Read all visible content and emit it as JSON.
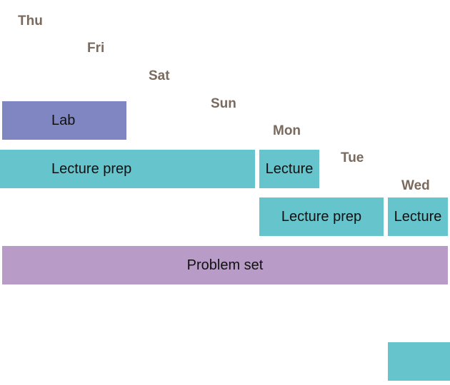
{
  "days": {
    "thu": "Thu",
    "fri": "Fri",
    "sat": "Sat",
    "sun": "Sun",
    "mon": "Mon",
    "tue": "Tue",
    "wed": "Wed"
  },
  "blocks": {
    "lab": {
      "label": "Lab",
      "color": "#7f86c1"
    },
    "lecture_prep_1": {
      "label": "Lecture prep",
      "color": "#66c4cc"
    },
    "lecture_1": {
      "label": "Lecture",
      "color": "#66c4cc"
    },
    "lecture_prep_2": {
      "label": "Lecture prep",
      "color": "#66c4cc"
    },
    "lecture_2": {
      "label": "Lecture",
      "color": "#66c4cc"
    },
    "problem_set": {
      "label": "Problem set",
      "color": "#b89bc7"
    },
    "unlabeled": {
      "label": "",
      "color": "#66c4cc"
    }
  },
  "colors": {
    "day_text": "#7a6a5e",
    "block_text": "#111111"
  }
}
